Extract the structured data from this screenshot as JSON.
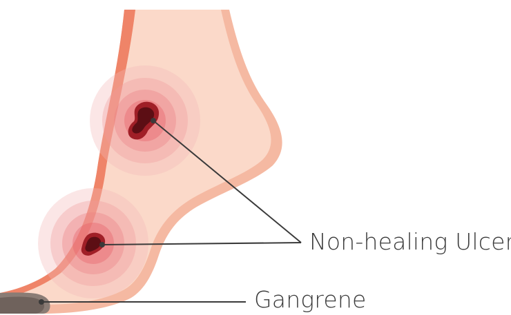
{
  "labels": {
    "ulcer": "Non-healing Ulcer",
    "gangrene": "Gangrene"
  },
  "icons": [
    "foot-illustration",
    "ulcer-wound",
    "gangrene-toe"
  ],
  "colors": {
    "skin": "#fbd9c9",
    "skin_outline": "#f3a88c",
    "skin_edge": "#ef8468",
    "inflammation": "#f08080",
    "wound": "#a01f27",
    "wound_dark": "#5c0e14",
    "gangrene": "#8a7c75",
    "leader_line": "#3a3a3a",
    "label_text": "#3a3a3a"
  }
}
